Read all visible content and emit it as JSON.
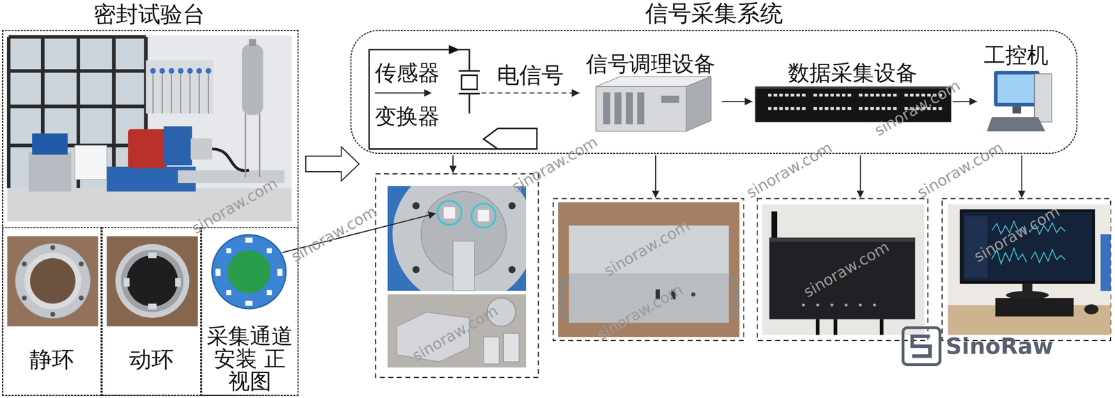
{
  "diagram": {
    "nodes": [
      {
        "text": [
          "密封试验台"
        ]
      },
      {
        "text": [
          "静环"
        ],
        "in": 0
      },
      {
        "text": [
          "动环"
        ],
        "in": 0
      },
      {
        "text": [
          "采集通道 安装 正视图"
        ],
        "in": 0
      },
      {
        "text": [
          "信号采集系统"
        ]
      },
      {
        "text": [
          "传感器",
          "变换器"
        ],
        "in": 4
      },
      {
        "text": [
          "信号调理设备"
        ],
        "in": 4
      },
      {
        "text": [
          "数据采集设备"
        ],
        "in": 4
      },
      {
        "text": [
          "工控机"
        ],
        "in": 4
      }
    ],
    "edges": [
      {
        "from": 0,
        "to": 4,
        "arrow": "to"
      },
      {
        "from": 5,
        "to": 6,
        "label": "电信号",
        "arrow": "to"
      },
      {
        "from": 6,
        "to": 7,
        "arrow": "to"
      },
      {
        "from": 7,
        "to": 8,
        "arrow": "to"
      }
    ],
    "labels": [
      "sinoraw.com",
      "sinoraw.com",
      "sinoraw.com",
      "sinoraw.com",
      "sinoraw.com",
      "sinoraw.com",
      "sinoraw.com",
      "sinoraw.com",
      "sinoraw.com",
      "sinoraw.com",
      "sinoraw.com",
      "SinoRaw"
    ]
  }
}
